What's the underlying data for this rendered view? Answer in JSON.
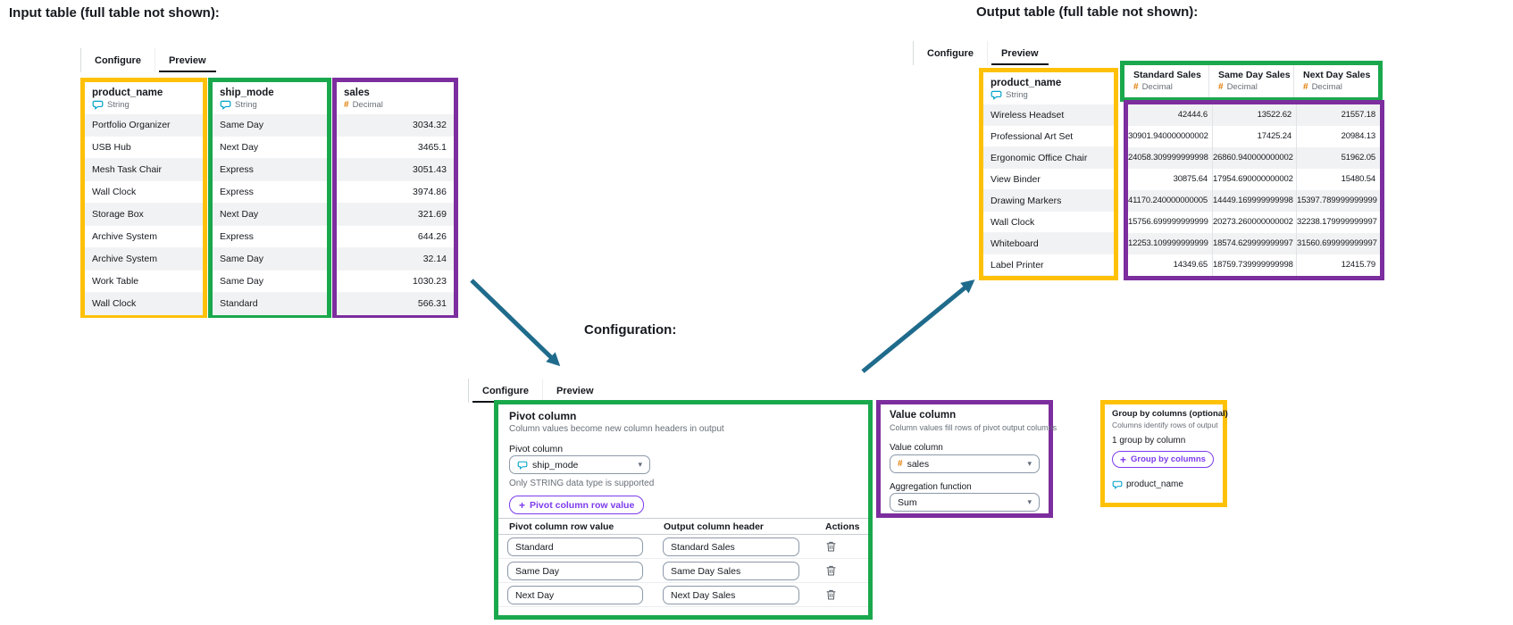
{
  "titles": {
    "input": "Input table (full table not shown):",
    "output": "Output table (full table not shown):",
    "config": "Configuration:"
  },
  "colors": {
    "highlight_yellow": "#FFC107",
    "highlight_green": "#1AA84D",
    "highlight_purple": "#7C2D9E",
    "arrow_teal": "#1F6B8C",
    "accent_purple": "#7C3AED",
    "string_type_blue": "#00A1C9",
    "decimal_type_orange": "#E07C00"
  },
  "icons": {
    "plus": "+",
    "chevron": "▾",
    "hash": "#"
  },
  "tabs": {
    "configure": "Configure",
    "preview": "Preview"
  },
  "input_table": {
    "active_tab": "Preview",
    "columns": [
      {
        "name": "product_name",
        "type": "String"
      },
      {
        "name": "ship_mode",
        "type": "String"
      },
      {
        "name": "sales",
        "type": "Decimal"
      }
    ],
    "rows": [
      [
        "Portfolio Organizer",
        "Same Day",
        "3034.32"
      ],
      [
        "USB Hub",
        "Next Day",
        "3465.1"
      ],
      [
        "Mesh Task Chair",
        "Express",
        "3051.43"
      ],
      [
        "Wall Clock",
        "Express",
        "3974.86"
      ],
      [
        "Storage Box",
        "Next Day",
        "321.69"
      ],
      [
        "Archive System",
        "Express",
        "644.26"
      ],
      [
        "Archive System",
        "Same Day",
        "32.14"
      ],
      [
        "Work Table",
        "Same Day",
        "1030.23"
      ],
      [
        "Wall Clock",
        "Standard",
        "566.31"
      ]
    ]
  },
  "output_table": {
    "active_tab": "Preview",
    "group_column": {
      "name": "product_name",
      "type": "String"
    },
    "value_columns": [
      {
        "name": "Standard Sales",
        "type": "Decimal"
      },
      {
        "name": "Same Day Sales",
        "type": "Decimal"
      },
      {
        "name": "Next Day Sales",
        "type": "Decimal"
      }
    ],
    "rows": [
      {
        "product": "Wireless Headset",
        "values": [
          "42444.6",
          "13522.62",
          "21557.18"
        ]
      },
      {
        "product": "Professional Art Set",
        "values": [
          "30901.940000000002",
          "17425.24",
          "20984.13"
        ]
      },
      {
        "product": "Ergonomic Office Chair",
        "values": [
          "24058.309999999998",
          "26860.940000000002",
          "51962.05"
        ]
      },
      {
        "product": "View Binder",
        "values": [
          "30875.64",
          "17954.690000000002",
          "15480.54"
        ]
      },
      {
        "product": "Drawing Markers",
        "values": [
          "41170.240000000005",
          "14449.169999999998",
          "15397.789999999999"
        ]
      },
      {
        "product": "Wall Clock",
        "values": [
          "15756.699999999999",
          "20273.260000000002",
          "32238.179999999997"
        ]
      },
      {
        "product": "Whiteboard",
        "values": [
          "12253.109999999999",
          "18574.629999999997",
          "31560.699999999997"
        ]
      },
      {
        "product": "Label Printer",
        "values": [
          "14349.65",
          "18759.739999999998",
          "12415.79"
        ]
      }
    ]
  },
  "config": {
    "active_tab": "Configure",
    "pivot_section": {
      "title": "Pivot column",
      "description": "Column values become new column headers in output",
      "field_label": "Pivot column",
      "field_value": "ship_mode",
      "field_type": "String",
      "helper": "Only STRING data type is supported",
      "add_button": "Pivot column row value",
      "table": {
        "headers": [
          "Pivot column row value",
          "Output column header",
          "Actions"
        ],
        "rows": [
          {
            "row_value": "Standard",
            "output_header": "Standard Sales"
          },
          {
            "row_value": "Same Day",
            "output_header": "Same Day Sales"
          },
          {
            "row_value": "Next Day",
            "output_header": "Next Day Sales"
          }
        ]
      }
    },
    "value_section": {
      "title": "Value column",
      "description": "Column values fill rows of pivot output columns",
      "field_label": "Value column",
      "field_value": "sales",
      "field_type": "Decimal",
      "agg_label": "Aggregation function",
      "agg_value": "Sum"
    },
    "group_section": {
      "title": "Group by columns (optional)",
      "description": "Columns identify rows of output",
      "count_text": "1 group by column",
      "add_button": "Group by columns",
      "column": "product_name",
      "column_type": "String"
    }
  }
}
